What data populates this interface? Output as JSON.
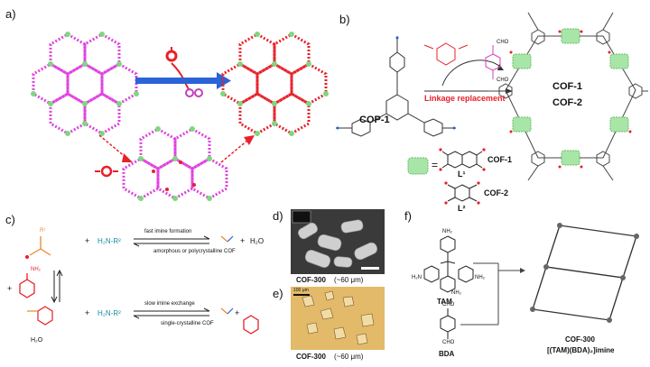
{
  "panel_labels": {
    "a": "a)",
    "b": "b)",
    "c": "c)",
    "d": "d)",
    "e": "e)",
    "f": "f)"
  },
  "panel_b": {
    "cop_label": "COP-1",
    "linkage_label": "Linkage replacement",
    "cof1": "COF-1",
    "cof2": "COF-2",
    "equals": "=",
    "ligand1": "L¹",
    "ligand2": "L²",
    "cof1_side": "COF-1",
    "cof2_side": "COF-2",
    "cho_top": "CHO",
    "cho_bottom": "CHO"
  },
  "panel_c": {
    "r1_label": "R¹",
    "amine_label": "H₂N-R²",
    "plus1": "+",
    "plus2": "+",
    "plus3": "+",
    "plus4": "+",
    "plus5": "+",
    "fast_label": "fast imine formation",
    "amorphous_label": "amorphous or polycrystalline COF",
    "water1": "H₂O",
    "slow_label": "slow imine exchange",
    "single_label": "single-crystalline COF",
    "nh2_label": "NH₂",
    "water2": "H₂O",
    "amine2_label": "H₂N-R²"
  },
  "panel_d": {
    "caption": "COF-300",
    "size": "(~60 μm)"
  },
  "panel_e": {
    "scalebar": "100 μm",
    "caption": "COF-300",
    "size": "(~60 μm)"
  },
  "panel_f": {
    "nh2_top": "NH₂",
    "nh2_left": "H₂N",
    "nh2_right": "NH₂",
    "nh2_bottom": "NH₂",
    "tam": "TAM",
    "cho_top": "CHO",
    "cho_bottom": "CHO",
    "bda": "BDA",
    "product": "COF-300",
    "formula": "[(TAM)(BDA)₂]imine"
  },
  "colors": {
    "green": "#9be29b",
    "magenta": "#e040e0",
    "red": "#e8202a",
    "blue": "#2b63d9",
    "orange": "#e8892b",
    "teal": "#1aa3a3"
  }
}
